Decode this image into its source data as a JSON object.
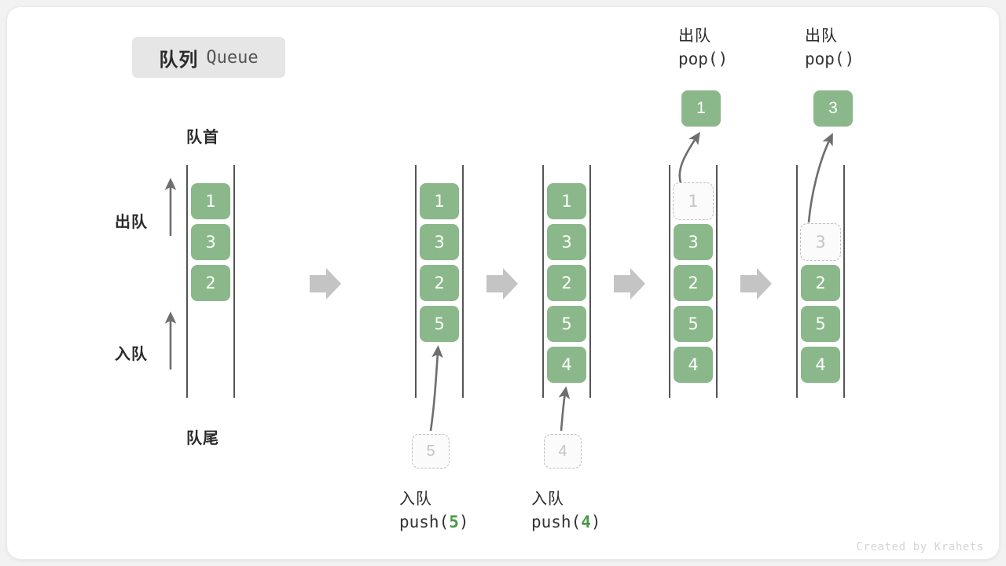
{
  "diagram": {
    "title_cn": "队列",
    "title_en": "Queue",
    "credit": "Created by Krahets",
    "colors": {
      "cell_fill": "#8ab88a",
      "cell_text": "#ffffff",
      "ghost_border": "#bdbdbd",
      "ghost_text": "#c4c4c4",
      "rail": "#555555",
      "arrow": "#bdbdbd",
      "accent_number": "#4a9a4a",
      "card_bg": "#ffffff",
      "page_bg": "#f2f2f2"
    },
    "labels": {
      "head": "队首",
      "tail": "队尾",
      "dequeue": "出队",
      "enqueue": "入队"
    },
    "steps": [
      {
        "id": "step-initial",
        "cells": [
          {
            "value": "1",
            "state": "filled"
          },
          {
            "value": "3",
            "state": "filled"
          },
          {
            "value": "2",
            "state": "filled"
          }
        ],
        "caption_cn": "",
        "caption_code": "",
        "pending": null,
        "popped": null,
        "top_caption_cn": "",
        "top_caption_code": ""
      },
      {
        "id": "step-push-5",
        "cells": [
          {
            "value": "1",
            "state": "filled"
          },
          {
            "value": "3",
            "state": "filled"
          },
          {
            "value": "2",
            "state": "filled"
          },
          {
            "value": "5",
            "state": "filled"
          }
        ],
        "caption_cn": "入队",
        "caption_code_prefix": "push(",
        "caption_code_num": "5",
        "caption_code_suffix": ")",
        "pending": "5",
        "popped": null,
        "top_caption_cn": "",
        "top_caption_code": ""
      },
      {
        "id": "step-push-4",
        "cells": [
          {
            "value": "1",
            "state": "filled"
          },
          {
            "value": "3",
            "state": "filled"
          },
          {
            "value": "2",
            "state": "filled"
          },
          {
            "value": "5",
            "state": "filled"
          },
          {
            "value": "4",
            "state": "filled"
          }
        ],
        "caption_cn": "入队",
        "caption_code_prefix": "push(",
        "caption_code_num": "4",
        "caption_code_suffix": ")",
        "pending": "4",
        "popped": null,
        "top_caption_cn": "",
        "top_caption_code": ""
      },
      {
        "id": "step-pop-1",
        "cells": [
          {
            "value": "1",
            "state": "ghost"
          },
          {
            "value": "3",
            "state": "filled"
          },
          {
            "value": "2",
            "state": "filled"
          },
          {
            "value": "5",
            "state": "filled"
          },
          {
            "value": "4",
            "state": "filled"
          }
        ],
        "caption_cn": "",
        "caption_code": "",
        "pending": null,
        "popped": "1",
        "top_caption_cn": "出队",
        "top_caption_code": "pop()"
      },
      {
        "id": "step-pop-3",
        "cells": [
          {
            "value": "",
            "state": "empty"
          },
          {
            "value": "3",
            "state": "ghost"
          },
          {
            "value": "2",
            "state": "filled"
          },
          {
            "value": "5",
            "state": "filled"
          },
          {
            "value": "4",
            "state": "filled"
          }
        ],
        "caption_cn": "",
        "caption_code": "",
        "pending": null,
        "popped": "3",
        "top_caption_cn": "出队",
        "top_caption_code": "pop()"
      }
    ],
    "flow_arrows": 4
  }
}
